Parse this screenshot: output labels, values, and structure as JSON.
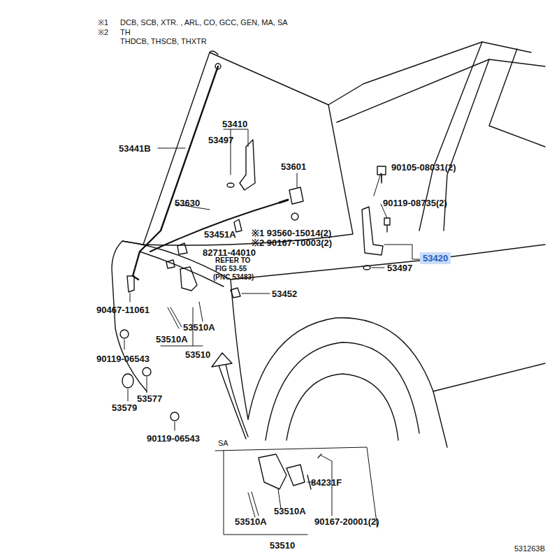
{
  "diagram": {
    "labels": [
      "※1",
      "DCB, SCB, XTR. , ARL, CO, GCC, GEN, MA, SA",
      "※2",
      "TH",
      "THDCB, THSCB, THXTR",
      "53410",
      "53497",
      "53441B",
      "53601",
      "90105-08031(2)",
      "53630",
      "90119-08735(2)",
      "53451A",
      "※1 93560-15014(2)",
      "※2 90167-T0003(2)",
      "82711-44010",
      "53420",
      "REFER TO",
      "FIG 53-55",
      "(PNC 53483)",
      "53497",
      "53452",
      "90467-11061",
      "53510A",
      "53510A",
      "53510",
      "90119-06543",
      "53577",
      "53579",
      "90119-06543",
      "SA",
      "84231F",
      "53510A",
      "53510A",
      "90167-20001(2)",
      "53510",
      "531263B"
    ]
  }
}
